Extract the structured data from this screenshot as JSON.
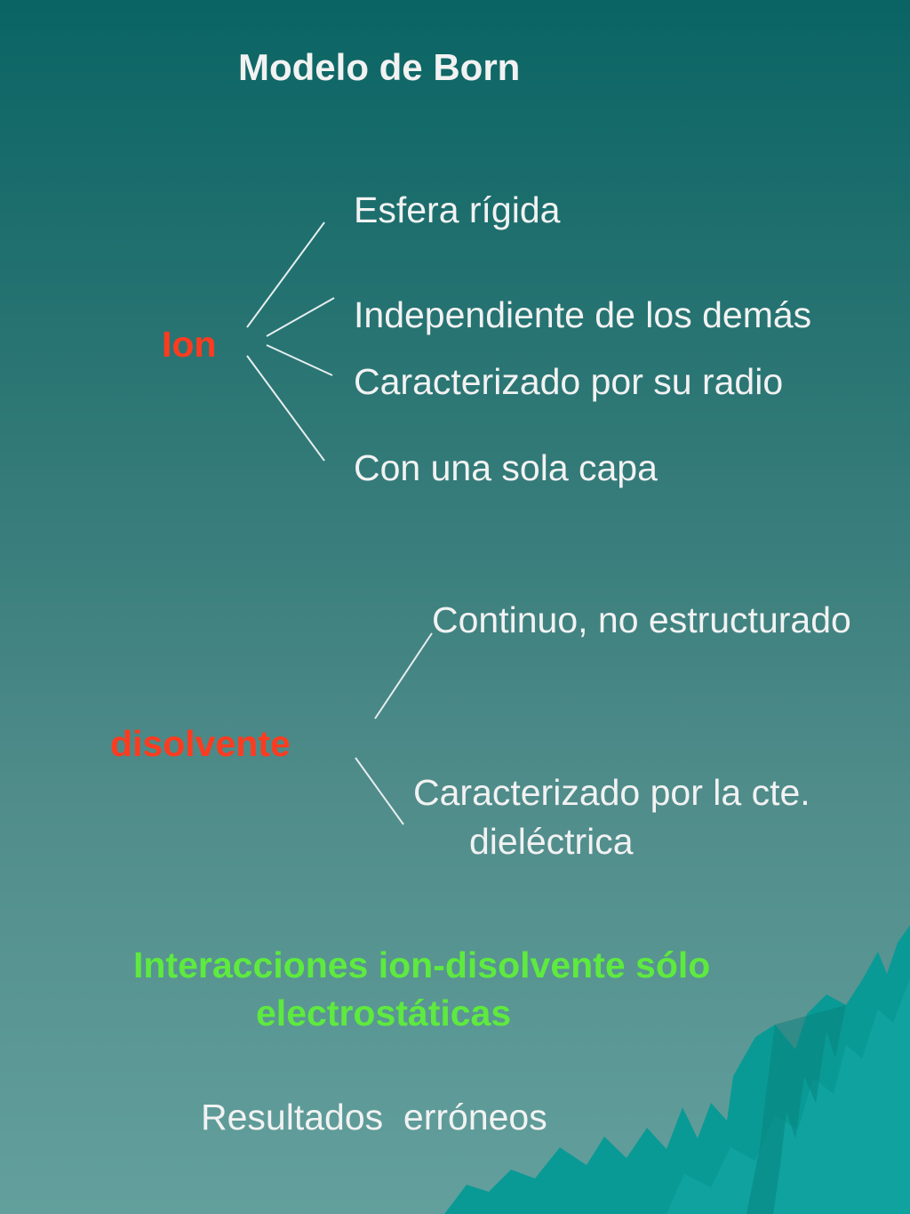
{
  "title": "Modelo de Born",
  "ion": {
    "label": "Ion",
    "items": [
      "Esfera rígida",
      "Independiente de los demás",
      "Caracterizado por su radio",
      "Con una sola capa"
    ]
  },
  "solvent": {
    "label": "disolvente",
    "item1": "Continuo, no estructurado",
    "item2_line1": "Caracterizado por la cte.",
    "item2_line2": "dieléctrica"
  },
  "conclusion": {
    "line1": "Interacciones ion-disolvente sólo",
    "line2": "electrostáticas"
  },
  "result": "Resultados  erróneos",
  "colors": {
    "background_top": "#0a6464",
    "background_bottom": "#63a09d",
    "label_red": "#ff3b1f",
    "highlight_green": "#5eea3e",
    "text_white": "#f2f2f2",
    "mountain": "#0a9a96"
  }
}
